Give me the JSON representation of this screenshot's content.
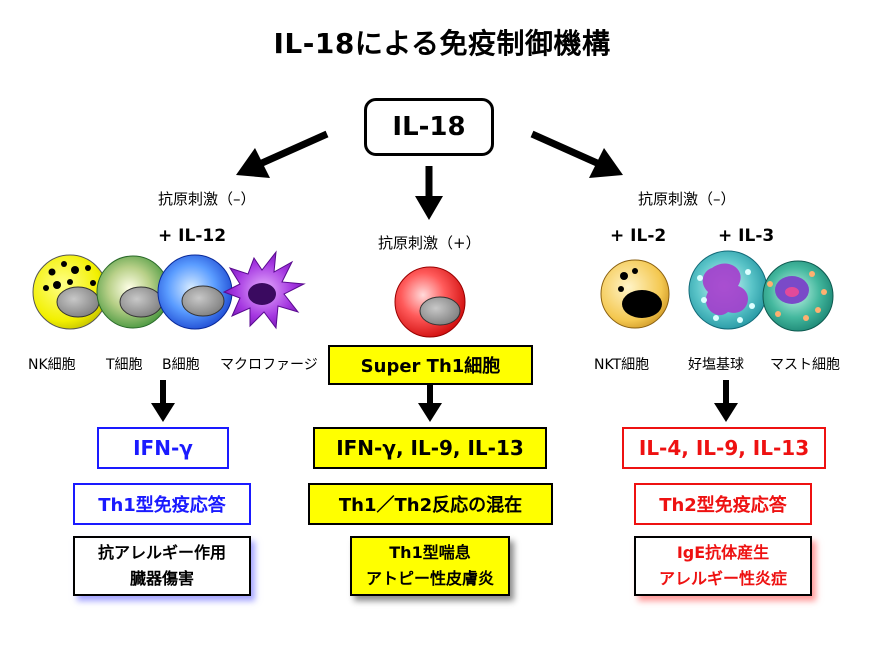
{
  "title": "IL-18による免疫制御機構",
  "center_node": "IL-18",
  "left": {
    "stimulus": "抗原刺激（–）",
    "cofactor": "+ IL-12",
    "cells": [
      "NK細胞",
      "T細胞",
      "B細胞",
      "マクロファージ"
    ],
    "cytokine": "IFN-γ",
    "response": "Th1型免疫応答",
    "effect_line1": "抗アレルギー作用",
    "effect_line2": "臓器傷害",
    "colors": {
      "accent": "#1a1aff"
    }
  },
  "center": {
    "stimulus": "抗原刺激（+）",
    "cell": "Super Th1細胞",
    "cytokine": "IFN-γ, IL-9, IL-13",
    "response": "Th1／Th2反応の混在",
    "effect_line1": "Th1型喘息",
    "effect_line2": "アトピー性皮膚炎",
    "colors": {
      "box_fill": "#ffff00"
    }
  },
  "right": {
    "stimulus": "抗原刺激（–）",
    "cofactor_a": "+ IL-2",
    "cofactor_b": "+ IL-3",
    "cells": [
      "NKT細胞",
      "好塩基球",
      "マスト細胞"
    ],
    "cytokine": "IL-4, IL-9, IL-13",
    "response": "Th2型免疫応答",
    "effect_line1": "IgE抗体産生",
    "effect_line2": "アレルギー性炎症",
    "colors": {
      "accent": "#ee1111"
    }
  }
}
